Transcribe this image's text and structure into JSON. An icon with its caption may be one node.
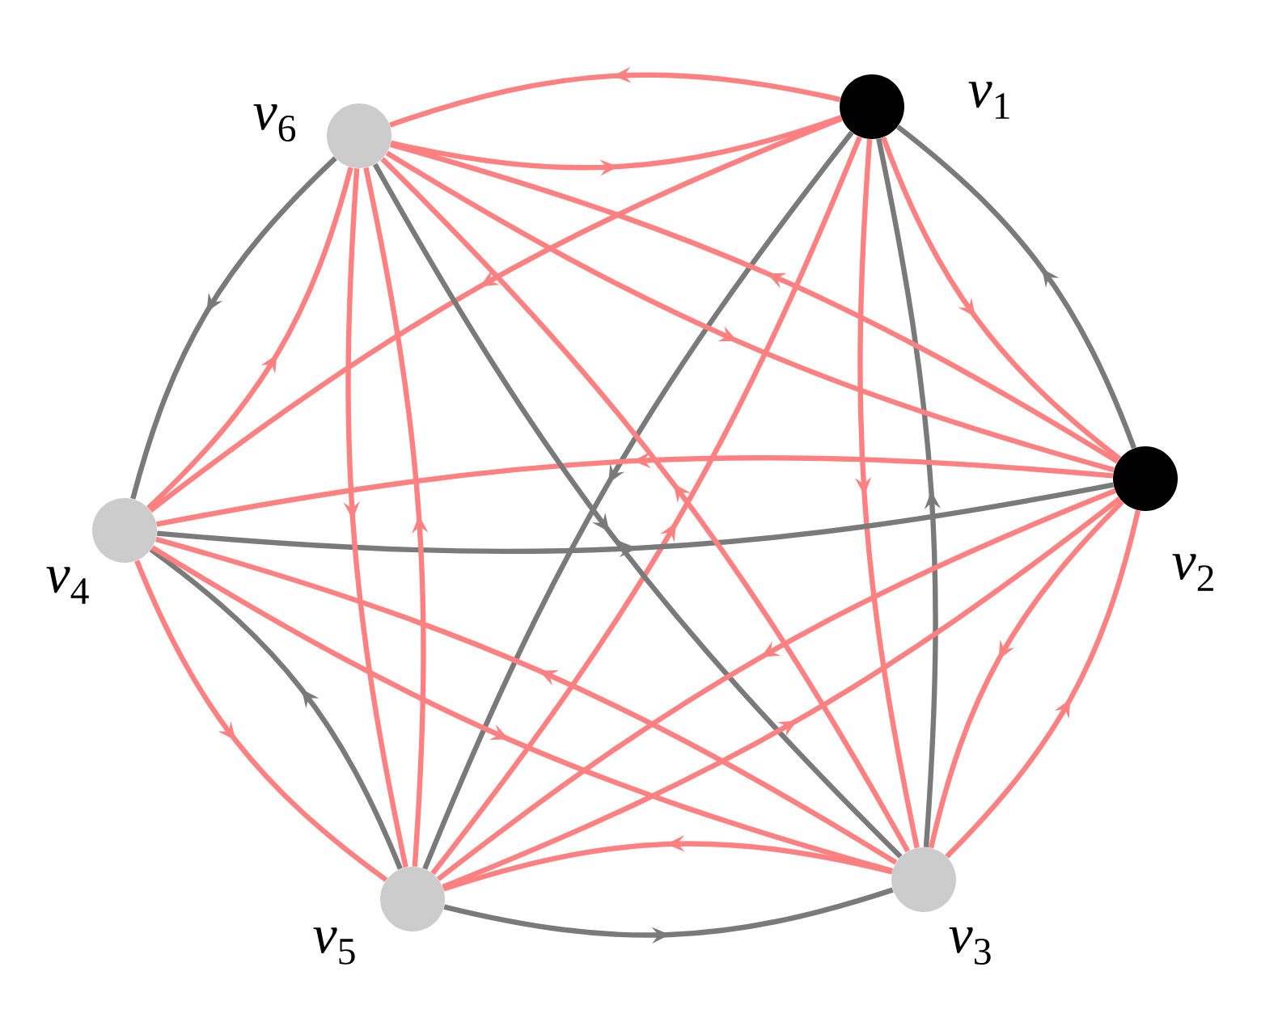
{
  "diagram": {
    "nodes": [
      {
        "text": [],
        "shape": "circle",
        "beside": [
          "*v*$_{1}$"
        ]
      },
      {
        "text": [],
        "shape": "circle",
        "beside": [
          "*v*$_{2}$"
        ]
      },
      {
        "text": [],
        "shape": "circle",
        "beside": [
          "*v*$_{3}$"
        ]
      },
      {
        "text": [],
        "shape": "circle",
        "beside": [
          "*v*$_{4}$"
        ]
      },
      {
        "text": [],
        "shape": "circle",
        "beside": [
          "*v*$_{5}$"
        ]
      },
      {
        "text": [],
        "shape": "circle",
        "beside": [
          "*v*$_{6}$"
        ]
      }
    ],
    "edges": [
      {
        "from": 0,
        "to": 5,
        "arrow": "to"
      },
      {
        "from": 5,
        "to": 0,
        "arrow": "to"
      },
      {
        "from": 1,
        "to": 0,
        "arrow": "to",
        "color": "#7a7a7a"
      },
      {
        "from": 0,
        "to": 1,
        "arrow": "to"
      },
      {
        "from": 2,
        "to": 0,
        "arrow": "to",
        "color": "#7a7a7a"
      },
      {
        "from": 0,
        "to": 2,
        "arrow": "to"
      },
      {
        "from": 0,
        "to": 3,
        "arrow": "to"
      },
      {
        "from": 0,
        "to": 4,
        "arrow": "to",
        "color": "#7a7a7a"
      },
      {
        "from": 4,
        "to": 0,
        "arrow": "to"
      },
      {
        "from": 5,
        "to": 3,
        "arrow": "to",
        "color": "#7a7a7a"
      },
      {
        "from": 3,
        "to": 5,
        "arrow": "to"
      },
      {
        "from": 3,
        "to": 1,
        "arrow": "to",
        "color": "#7a7a7a"
      },
      {
        "from": 1,
        "to": 3,
        "arrow": "to"
      },
      {
        "from": 4,
        "to": 3,
        "arrow": "to",
        "color": "#7a7a7a"
      },
      {
        "from": 3,
        "to": 4,
        "arrow": "to"
      },
      {
        "from": 5,
        "to": 2,
        "arrow": "to",
        "color": "#7a7a7a"
      },
      {
        "from": 2,
        "to": 5,
        "arrow": "to"
      },
      {
        "from": 4,
        "to": 2,
        "arrow": "to",
        "color": "#7a7a7a"
      },
      {
        "from": 2,
        "to": 4,
        "arrow": "to"
      },
      {
        "from": 5,
        "to": 1,
        "arrow": "to"
      },
      {
        "from": 1,
        "to": 5,
        "arrow": "to"
      },
      {
        "from": 5,
        "to": 4,
        "arrow": "to"
      },
      {
        "from": 4,
        "to": 5,
        "arrow": "to"
      },
      {
        "from": 2,
        "to": 3,
        "arrow": "to"
      },
      {
        "from": 3,
        "to": 2,
        "arrow": "to"
      },
      {
        "from": 1,
        "to": 4,
        "arrow": "to"
      },
      {
        "from": 4,
        "to": 1,
        "arrow": "to"
      },
      {
        "from": 1,
        "to": 2,
        "arrow": "to"
      },
      {
        "from": 2,
        "to": 1,
        "arrow": "to"
      }
    ]
  }
}
